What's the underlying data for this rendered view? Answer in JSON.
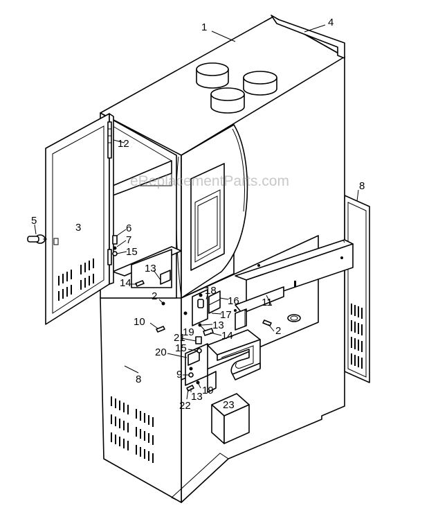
{
  "watermark": "eReplacementParts.com",
  "callouts": [
    {
      "id": "c1",
      "text": "1"
    },
    {
      "id": "c2a",
      "text": "2"
    },
    {
      "id": "c2b",
      "text": "2"
    },
    {
      "id": "c3",
      "text": "3"
    },
    {
      "id": "c4",
      "text": "4"
    },
    {
      "id": "c5",
      "text": "5"
    },
    {
      "id": "c6",
      "text": "6"
    },
    {
      "id": "c7",
      "text": "7"
    },
    {
      "id": "c8a",
      "text": "8"
    },
    {
      "id": "c8b",
      "text": "8"
    },
    {
      "id": "c9",
      "text": "9"
    },
    {
      "id": "c10",
      "text": "10"
    },
    {
      "id": "c11",
      "text": "11"
    },
    {
      "id": "c12",
      "text": "12"
    },
    {
      "id": "c13a",
      "text": "13"
    },
    {
      "id": "c13b",
      "text": "13"
    },
    {
      "id": "c13c",
      "text": "13"
    },
    {
      "id": "c14a",
      "text": "14"
    },
    {
      "id": "c14b",
      "text": "14"
    },
    {
      "id": "c15a",
      "text": "15"
    },
    {
      "id": "c15b",
      "text": "15"
    },
    {
      "id": "c16",
      "text": "16"
    },
    {
      "id": "c17",
      "text": "17"
    },
    {
      "id": "c18",
      "text": "18"
    },
    {
      "id": "c19a",
      "text": "19"
    },
    {
      "id": "c19b",
      "text": "19"
    },
    {
      "id": "c20",
      "text": "20"
    },
    {
      "id": "c21",
      "text": "21"
    },
    {
      "id": "c22",
      "text": "22"
    },
    {
      "id": "c23",
      "text": "23"
    }
  ]
}
